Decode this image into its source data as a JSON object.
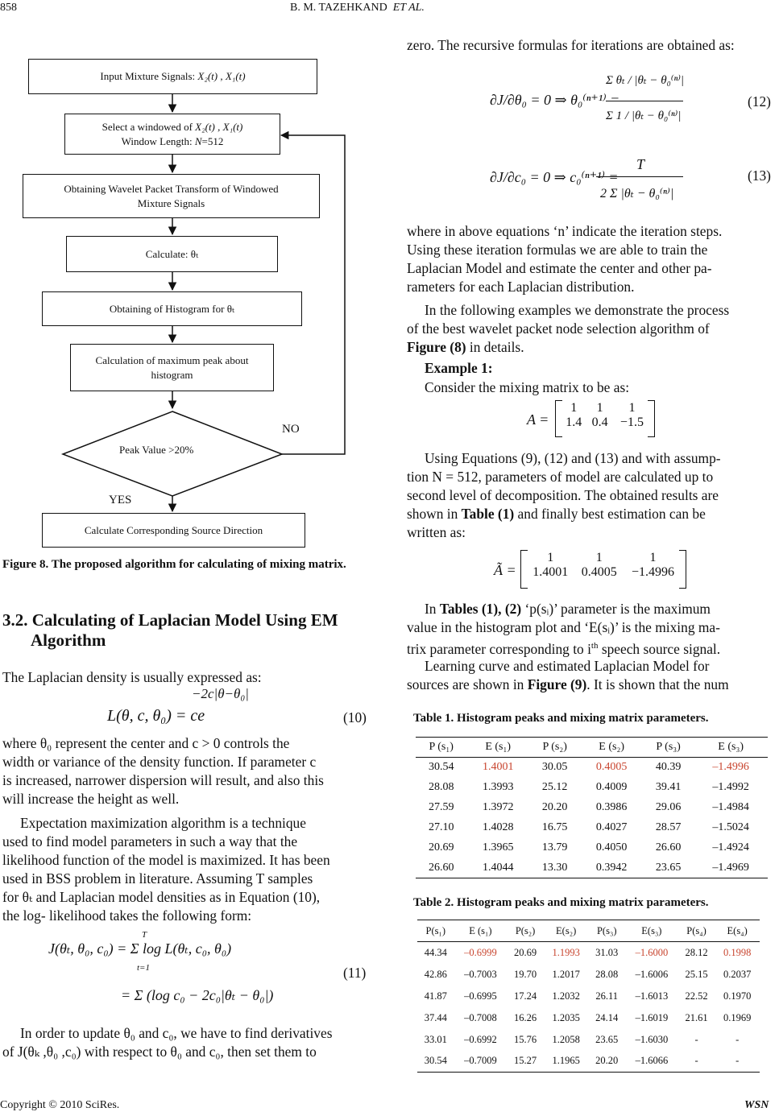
{
  "header": {
    "page_number": "858",
    "authors": "B. M. TAZEHKAND",
    "et_al": "ET AL."
  },
  "flowchart": {
    "box1_prefix": "Input Mixture Signals: ",
    "box1_math": "X₂(t) , X₁(t)",
    "box2_line1_prefix": "Select a windowed of ",
    "box2_line1_math": "X₂(t) , X₁(t)",
    "box2_line2_prefix": "Window Length: ",
    "box2_line2_math": "N",
    "box2_line2_suffix": "=512",
    "box3_line1": "Obtaining Wavelet Packet Transform of Windowed",
    "box3_line2": "Mixture Signals",
    "box4": "Calculate: θₜ",
    "box5": "Obtaining of Histogram for θₜ",
    "box6_line1": "Calculation of maximum peak about",
    "box6_line2": "histogram",
    "decision": "Peak Value >20%",
    "no_label": "NO",
    "yes_label": "YES",
    "box7": "Calculate Corresponding Source Direction"
  },
  "figure_caption": "Figure 8. The proposed algorithm for calculating of mixing matrix.",
  "section": {
    "line1": "3.2. Calculating of Laplacian Model Using EM",
    "line2": "Algorithm"
  },
  "left": {
    "p_laplacian": "The Laplacian density is usually expressed as:",
    "eq10_lhs": "L(θ, c, θ₀) = ce",
    "eq10_exp": "−2c|θ−θ₀|",
    "eq10_num": "(10)",
    "p_where": [
      "where  θ₀  represent  the  center  and  c  >  0  controls  the",
      "width or variance of the density function. If parameter c",
      "is increased, narrower dispersion will result, and also this",
      "will increase the height as well."
    ],
    "p_em": [
      "Expectation  maximization  algorithm  is  a  technique",
      "used  to  find  model  parameters  in  such  a  way  that  the",
      "likelihood function of the model is maximized. It has been",
      "used  in  BSS  problem  in  literature.  Assuming  T  samples",
      "for θₜ and Laplacian model densities as in Equation (10),",
      "the log- likelihood takes the following form:"
    ],
    "eq11_line1": "J(θₜ, θ₀, c₀) = Σ log L(θₜ, c₀, θ₀)",
    "eq11_line2": "= Σ (log c₀ − 2c₀|θₜ − θ₀|)",
    "eq11_sum_top": "T",
    "eq11_sum_bot": "t=1",
    "eq11_num": "(11)",
    "p_update": [
      "In order to update θ₀ and c₀, we have to find derivatives",
      "of J(θₖ ,θ₀ ,c₀) with respect to θ₀ and c₀, then set them to"
    ]
  },
  "right": {
    "p_zero": "zero. The recursive formulas for iterations are obtained as:",
    "eq12_lhs": "∂J/∂θ₀ = 0 ⇒ θ₀⁽ⁿ⁺¹⁾ =",
    "eq12_num": "Σ θₜ / |θₜ − θ₀⁽ⁿ⁾|",
    "eq12_den": "Σ 1 / |θₜ − θ₀⁽ⁿ⁾|",
    "eq12_tag": "(12)",
    "eq13_lhs": "∂J/∂c₀ = 0 ⇒ c₀⁽ⁿ⁺¹⁾ =",
    "eq13_num": "T",
    "eq13_den": "2 Σ |θₜ − θ₀⁽ⁿ⁾|",
    "eq13_tag": "(13)",
    "p_where_n": [
      "where in above equations ‘n’ indicate the iteration steps.",
      "Using  these  iteration  formulas  we  are  able  to  train  the",
      "Laplacian  Model  and  estimate  the  center  and  other  pa-",
      "rameters for each Laplacian distribution."
    ],
    "p_following": [
      "In the following examples we demonstrate the process",
      "of  the  best  wavelet  packet  node  selection  algorithm  of"
    ],
    "p_following_bold": "Figure (8)",
    "p_following_tail": " in details.",
    "example_label": "Example 1:",
    "p_consider": "Consider the mixing matrix to be as:",
    "matrix_A_label": "A =",
    "matrix_A_row1": [
      "1",
      "1",
      "1"
    ],
    "matrix_A_row2": [
      "1.4",
      "0.4",
      "−1.5"
    ],
    "p_using": [
      "Using  Equations  (9),  (12)  and  (13)  and  with  assump-",
      "tion  N  =  512,  parameters  of  model  are  calculated  up  to",
      "second  level  of  decomposition.  The  obtained  results  are"
    ],
    "p_using_l4a": "shown  in  ",
    "p_using_l4b": "Table  (1)",
    "p_using_l4c": "  and  finally  best  estimation  can  be",
    "p_using_l5": "written as:",
    "matrix_At_label": "Ã =",
    "matrix_At_row1": [
      "1",
      "1",
      "1"
    ],
    "matrix_At_row2": [
      "1.4001",
      "0.4005",
      "−1.4996"
    ],
    "p_in_tables_l1a": "In  ",
    "p_in_tables_l1b": "Tables  (1),  (2)",
    "p_in_tables_l1c": "  ‘p(sᵢ)’  parameter  is  the  maximum",
    "p_in_tables_l2": "value in the histogram plot and ‘E(sᵢ)’ is the mixing ma-",
    "p_in_tables_l3a": "trix parameter corresponding to i",
    "p_in_tables_l3sup": "th",
    "p_in_tables_l3b": " speech source signal.",
    "p_learning_l1": "Learning  curve  and  estimated  Laplacian  Model  for",
    "p_learning_l2a": "sources are shown in ",
    "p_learning_l2b": "Figure (9)",
    "p_learning_l2c": ". It is shown that the num"
  },
  "table1": {
    "caption": "Table 1. Histogram peaks and mixing matrix parameters.",
    "headers": [
      "P (s₁)",
      "E (s₁)",
      "P (s₂)",
      "E (s₂)",
      "P (s₃)",
      "E (s₃)"
    ],
    "rows": [
      [
        "30.54",
        "1.4001",
        "30.05",
        "0.4005",
        "40.39",
        "–1.4996"
      ],
      [
        "28.08",
        "1.3993",
        "25.12",
        "0.4009",
        "39.41",
        "–1.4992"
      ],
      [
        "27.59",
        "1.3972",
        "20.20",
        "0.3986",
        "29.06",
        "–1.4984"
      ],
      [
        "27.10",
        "1.4028",
        "16.75",
        "0.4027",
        "28.57",
        "–1.5024"
      ],
      [
        "20.69",
        "1.3965",
        "13.79",
        "0.4050",
        "26.60",
        "–1.4924"
      ],
      [
        "26.60",
        "1.4044",
        "13.30",
        "0.3942",
        "23.65",
        "–1.4969"
      ]
    ],
    "highlight_color": "#c8442e"
  },
  "table2": {
    "caption": "Table 2. Histogram peaks and mixing matrix parameters.",
    "headers": [
      "P(s₁)",
      "E (s₁)",
      "P(s₂)",
      "E(s₂)",
      "P(s₃)",
      "E(s₃)",
      "P(s₄)",
      "E(s₄)"
    ],
    "rows": [
      [
        "44.34",
        "–0.6999",
        "20.69",
        "1.1993",
        "31.03",
        "–1.6000",
        "28.12",
        "0.1998"
      ],
      [
        "42.86",
        "–0.7003",
        "19.70",
        "1.2017",
        "28.08",
        "–1.6006",
        "25.15",
        "0.2037"
      ],
      [
        "41.87",
        "–0.6995",
        "17.24",
        "1.2032",
        "26.11",
        "–1.6013",
        "22.52",
        "0.1970"
      ],
      [
        "37.44",
        "–0.7008",
        "16.26",
        "1.2035",
        "24.14",
        "–1.6019",
        "21.61",
        "0.1969"
      ],
      [
        "33.01",
        "–0.6992",
        "15.76",
        "1.2058",
        "23.65",
        "–1.6030",
        "-",
        "-"
      ],
      [
        "30.54",
        "–0.7009",
        "15.27",
        "1.1965",
        "20.20",
        "–1.6066",
        "-",
        "-"
      ]
    ]
  },
  "footer": {
    "copyright": "Copyright © 2010 SciRes.",
    "journal": "WSN"
  }
}
